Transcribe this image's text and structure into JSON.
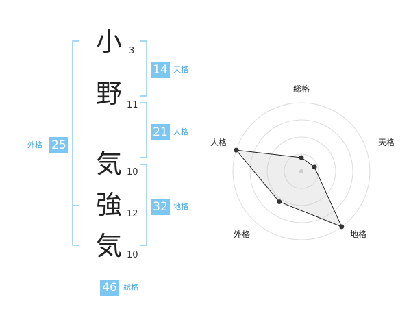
{
  "name": {
    "chars": [
      {
        "char": "小",
        "strokes": "3"
      },
      {
        "char": "野",
        "strokes": "11"
      },
      {
        "char": "気",
        "strokes": "10"
      },
      {
        "char": "強",
        "strokes": "12"
      },
      {
        "char": "気",
        "strokes": "10"
      }
    ]
  },
  "fortune": {
    "tenkaku": {
      "value": "14",
      "label": "天格"
    },
    "jinkaku": {
      "value": "21",
      "label": "人格"
    },
    "chikaku": {
      "value": "32",
      "label": "地格"
    },
    "gaikaku": {
      "value": "25",
      "label": "外格"
    },
    "soukaku": {
      "value": "46",
      "label": "総格"
    }
  },
  "colors": {
    "accent": "#7cc7f2",
    "accent_text": "#48a9dd",
    "bracket": "#8ccbf2"
  },
  "chart_data": {
    "type": "radar",
    "axes": [
      "総格",
      "天格",
      "地格",
      "外格",
      "人格"
    ],
    "values": [
      0.2,
      0.2,
      1.0,
      0.55,
      1.0
    ],
    "range": [
      0,
      1
    ],
    "grid": true
  }
}
